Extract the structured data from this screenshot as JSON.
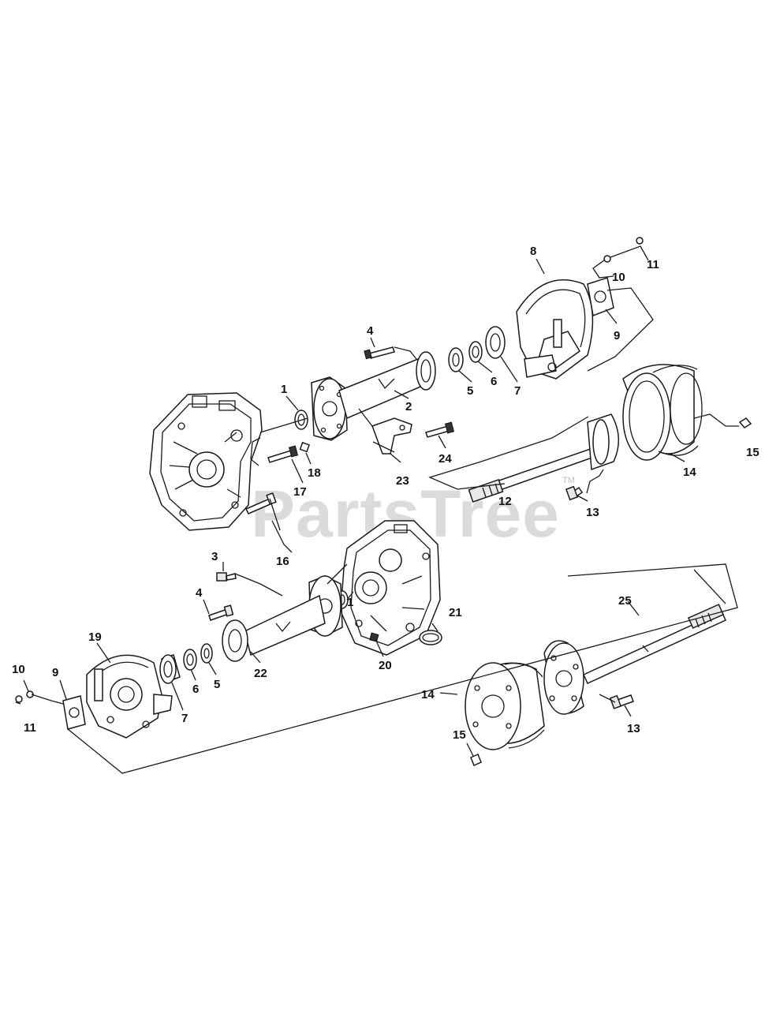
{
  "watermark": {
    "text": "PartsTree",
    "trademark": "TM"
  },
  "callouts": {
    "upper": {
      "c1": "1",
      "c2": "2",
      "c4": "4",
      "c5": "5",
      "c6": "6",
      "c7": "7",
      "c8": "8",
      "c9": "9",
      "c10": "10",
      "c11": "11",
      "c12": "12",
      "c13": "13",
      "c14": "14",
      "c15": "15",
      "c16": "16",
      "c17": "17",
      "c18": "18",
      "c23": "23",
      "c24": "24"
    },
    "lower": {
      "c1": "1",
      "c3": "3",
      "c4": "4",
      "c5": "5",
      "c6": "6",
      "c7": "7",
      "c9": "9",
      "c10": "10",
      "c11": "11",
      "c13": "13",
      "c14": "14",
      "c15": "15",
      "c19": "19",
      "c20": "20",
      "c21": "21",
      "c22": "22",
      "c25": "25"
    }
  },
  "colors": {
    "line": "#1a1a1a",
    "watermark": "#cfcfcf",
    "background": "#ffffff"
  }
}
